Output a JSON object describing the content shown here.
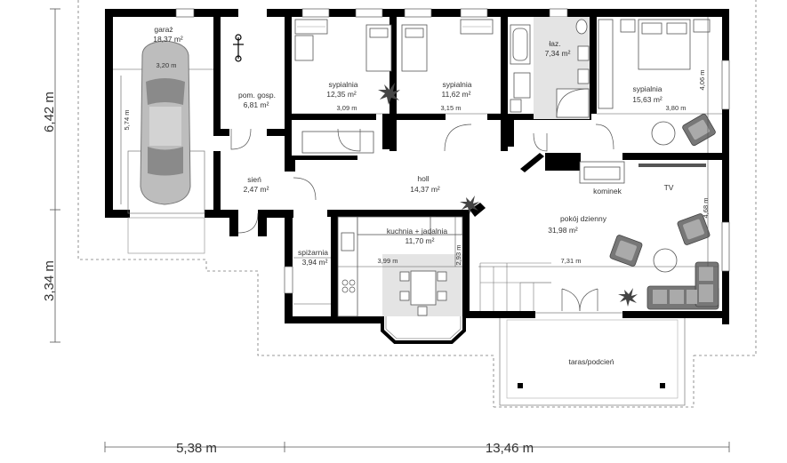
{
  "rooms": {
    "garage": {
      "name": "garaż",
      "area": "18,37 m²"
    },
    "utility": {
      "name": "pom. gosp.",
      "area": "6,81 m²"
    },
    "bedroom1": {
      "name": "sypialnia",
      "area": "12,35 m²"
    },
    "bedroom2": {
      "name": "sypialnia",
      "area": "11,62 m²"
    },
    "bathroom": {
      "name": "łaz.",
      "area": "7,34 m²"
    },
    "bedroom3": {
      "name": "sypialnia",
      "area": "15,63 m²"
    },
    "hall_entry": {
      "name": "sień",
      "area": "2,47 m²"
    },
    "hall": {
      "name": "holl",
      "area": "14,37 m²"
    },
    "pantry": {
      "name": "spiżarnia",
      "area": "3,94 m²"
    },
    "kitchen": {
      "name": "kuchnia + jadalnia",
      "area": "11,70 m²"
    },
    "living": {
      "name": "pokój dzienny",
      "area": "31,98 m²"
    },
    "terrace": {
      "name": "taras/podcień"
    }
  },
  "labels": {
    "fireplace": "kominek",
    "tv": "TV"
  },
  "dimensions": {
    "garage_width": "3,20 m",
    "garage_depth": "5,74 m",
    "bed1_width": "3,09 m",
    "bed2_width": "3,15 m",
    "bed3_width": "3,80 m",
    "bed3_depth": "4,06 m",
    "kitchen_width": "3,99 m",
    "kitchen_depth": "2,93 m",
    "living_width": "7,31 m",
    "living_depth": "4,68 m",
    "overall_upper": "6,42 m",
    "overall_lower": "3,34 m",
    "overall_left": "5,38 m",
    "overall_right": "13,46 m"
  }
}
